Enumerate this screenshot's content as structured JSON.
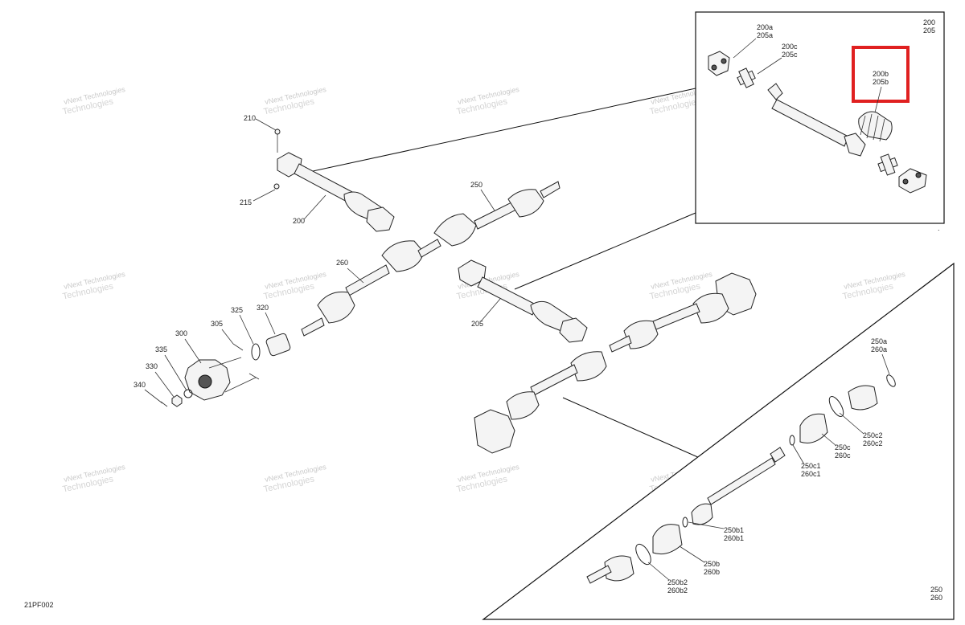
{
  "diagram_id": "21PF002",
  "watermark": {
    "line1": "vNext Technologies",
    "line2": "Technologies"
  },
  "labels": {
    "l210": "210",
    "l215": "215",
    "l200": "200",
    "l250": "250",
    "l260": "260",
    "l205": "205",
    "l325": "325",
    "l320": "320",
    "l305": "305",
    "l300": "300",
    "l335": "335",
    "l330": "330",
    "l340": "340"
  },
  "inset_top": {
    "header_a": "200",
    "header_b": "205",
    "l200a": "200a",
    "l205a": "205a",
    "l200c": "200c",
    "l205c": "205c",
    "l200b": "200b",
    "l205b": "205b"
  },
  "inset_bottom": {
    "footer_a": "250",
    "footer_b": "260",
    "l250a": "250a",
    "l260a": "260a",
    "l250c2": "250c2",
    "l260c2": "260c2",
    "l250c": "250c",
    "l260c": "260c",
    "l250c1": "250c1",
    "l260c1": "260c1",
    "l250b1": "250b1",
    "l260b1": "260b1",
    "l250b": "250b",
    "l260b": "260b",
    "l250b2": "250b2",
    "l260b2": "260b2"
  },
  "highlight_color": "#e02020"
}
